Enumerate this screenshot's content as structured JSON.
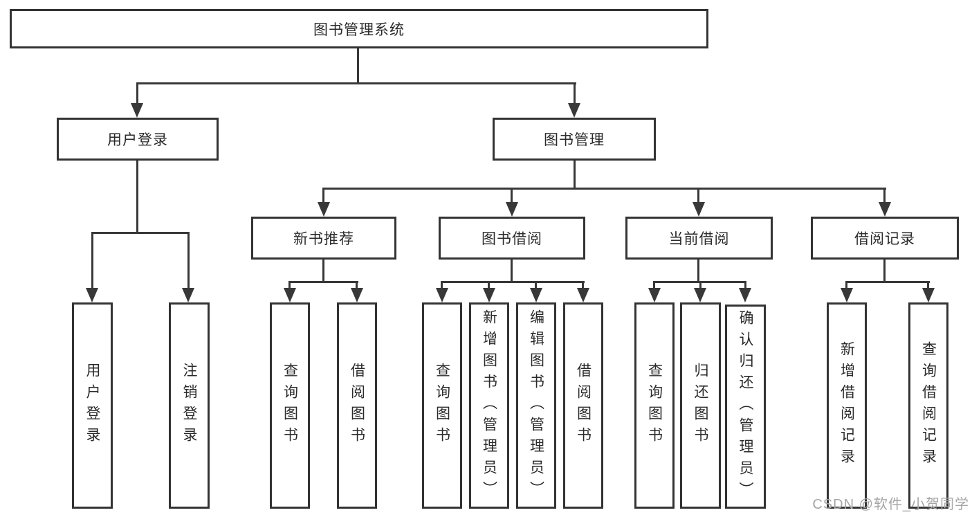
{
  "diagram": {
    "root": {
      "label": "图书管理系统"
    },
    "user_login": {
      "label": "用户登录",
      "children": [
        {
          "label": "用户登录"
        },
        {
          "label": "注销登录"
        }
      ]
    },
    "book_mgmt": {
      "label": "图书管理",
      "sections": [
        {
          "label": "新书推荐",
          "children": [
            {
              "label": "查询图书"
            },
            {
              "label": "借阅图书"
            }
          ]
        },
        {
          "label": "图书借阅",
          "children": [
            {
              "label": "查询图书"
            },
            {
              "label": "新增图书（管理员）"
            },
            {
              "label": "编辑图书（管理员）"
            },
            {
              "label": "借阅图书"
            }
          ]
        },
        {
          "label": "当前借阅",
          "children": [
            {
              "label": "查询图书"
            },
            {
              "label": "归还图书"
            },
            {
              "label": "确认归还（管理员）"
            }
          ]
        },
        {
          "label": "借阅记录",
          "children": [
            {
              "label": "新增借阅记录"
            },
            {
              "label": "查询借阅记录"
            }
          ]
        }
      ]
    }
  },
  "watermark": {
    "text": "CSDN @软件_小贺同学"
  }
}
